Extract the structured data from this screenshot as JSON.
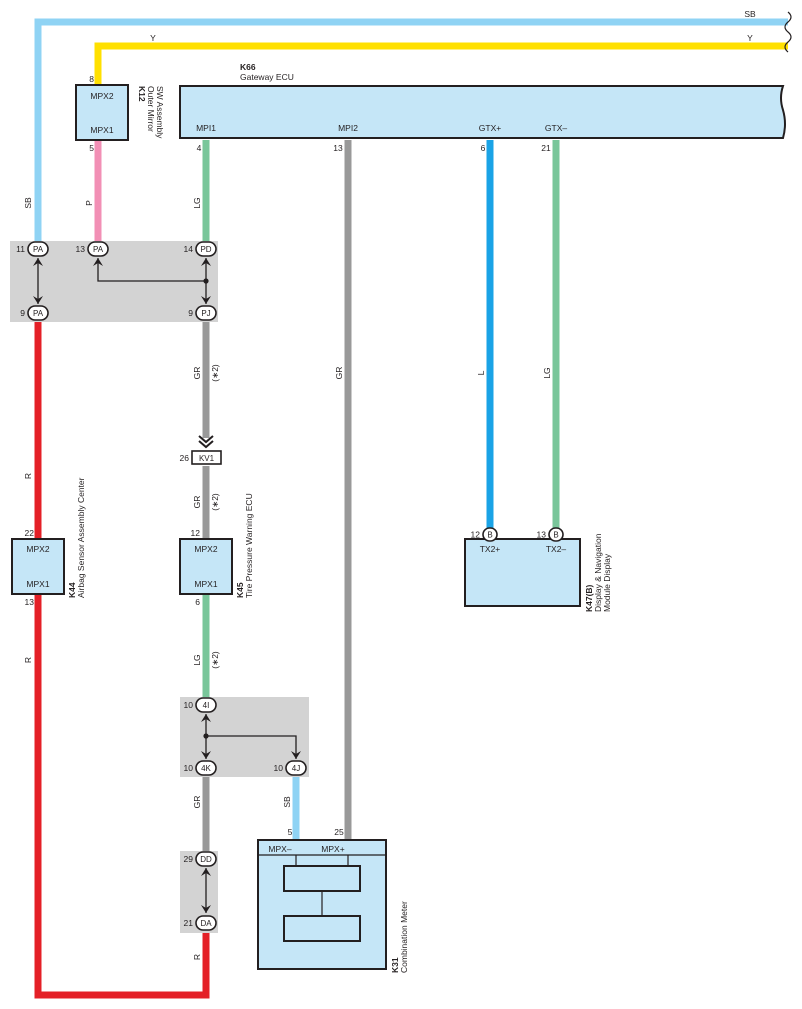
{
  "wire_colors": {
    "SB": "#8fd3f4",
    "Y": "#ffe000",
    "P": "#f28fb5",
    "LG": "#79c69a",
    "GR": "#999999",
    "L": "#1aa3e6",
    "R": "#e42027"
  },
  "top_wires": {
    "sb_label": "SB",
    "y_label": "Y"
  },
  "gateway": {
    "code": "K66",
    "name": "Gateway ECU",
    "pins": [
      {
        "label": "MPI1",
        "num": "4"
      },
      {
        "label": "MPI2",
        "num": "13"
      },
      {
        "label": "GTX+",
        "num": "6"
      },
      {
        "label": "GTX–",
        "num": "21"
      }
    ]
  },
  "k12": {
    "code": "K12",
    "name_line1": "Outer Mirror",
    "name_line2": "SW Assembly",
    "pin_top_label": "MPX2",
    "pin_top_num": "8",
    "pin_bot_label": "MPX1",
    "pin_bot_num": "5"
  },
  "k44": {
    "code": "K44",
    "name": "Airbag Sensor Assembly Center",
    "pin_top_label": "MPX2",
    "pin_top_num": "22",
    "pin_bot_label": "MPX1",
    "pin_bot_num": "13"
  },
  "k45": {
    "code": "K45",
    "name": "Tire Pressure Warning ECU",
    "pin_top_label": "MPX2",
    "pin_top_num": "12",
    "pin_bot_label": "MPX1",
    "pin_bot_num": "6"
  },
  "k47": {
    "code": "K47(B)",
    "name_line1": "Display & Navigation",
    "name_line2": "Module Display",
    "pins": [
      {
        "num": "12",
        "conn": "B",
        "label": "TX2+"
      },
      {
        "num": "13",
        "conn": "B",
        "label": "TX2–"
      }
    ]
  },
  "k31": {
    "code": "K31",
    "name": "Combination Meter",
    "pins": [
      {
        "num": "5",
        "label": "MPX–"
      },
      {
        "num": "25",
        "label": "MPX+"
      }
    ]
  },
  "junction1": {
    "pins": [
      {
        "num": "11",
        "conn": "PA"
      },
      {
        "num": "13",
        "conn": "PA"
      },
      {
        "num": "14",
        "conn": "PD"
      },
      {
        "num": "9",
        "conn": "PA"
      },
      {
        "num": "9",
        "conn": "PJ"
      }
    ]
  },
  "kv1": {
    "num": "26",
    "conn": "KV1"
  },
  "junction2": {
    "pins": [
      {
        "num": "10",
        "conn": "4I"
      },
      {
        "num": "10",
        "conn": "4K"
      },
      {
        "num": "10",
        "conn": "4J"
      }
    ]
  },
  "junction3": {
    "pins": [
      {
        "num": "29",
        "conn": "DD"
      },
      {
        "num": "21",
        "conn": "DA"
      }
    ]
  },
  "wire_labels": {
    "sb_left": "SB",
    "p_k12": "P",
    "lg_mpi1": "LG",
    "gr_below_pj": "GR",
    "note_star2_a": "(∗2)",
    "gr_mpi2": "GR",
    "l_gtx": "L",
    "lg_gtx": "LG",
    "r_left_upper": "R",
    "gr_kv1": "GR",
    "note_star2_b": "(∗2)",
    "r_left_lower": "R",
    "lg_k45": "LG",
    "note_star2_c": "(∗2)",
    "gr_4k": "GR",
    "sb_4j": "SB",
    "r_bottom": "R"
  }
}
